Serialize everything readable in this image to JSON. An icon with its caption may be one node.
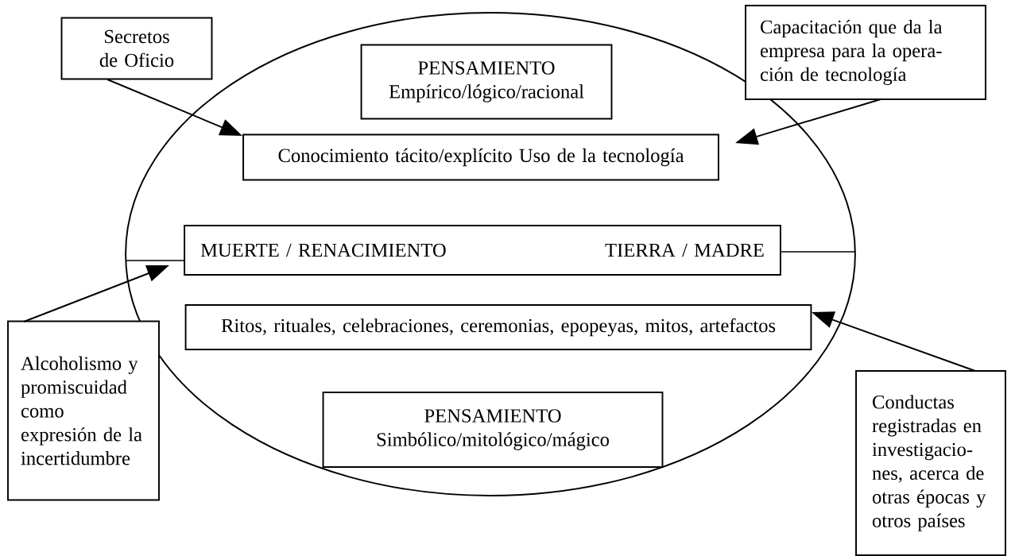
{
  "diagram": {
    "nodes": [
      {
        "text": [
          "Secretos de Oficio"
        ]
      },
      {
        "text": [],
        "shape": "ellipse"
      },
      {
        "text": [
          "PENSAMIENTO",
          "Empírico/lógico/racional"
        ],
        "in": 1
      },
      {
        "text": [
          "Capacitación que da la empresa para la opera-ción de tecnología"
        ]
      },
      {
        "text": [
          "Conocimiento tácito/explícito Uso de la tecnología"
        ],
        "in": 1
      },
      {
        "text": [
          "MUERTE / RENACIMIENTO",
          "TIERRA / MADRE"
        ],
        "in": 1
      },
      {
        "text": [
          "Ritos, rituales, celebraciones, ceremonias, epopeyas, mitos, artefactos"
        ],
        "in": 1
      },
      {
        "text": [
          "Alcoholismo y promiscuidad como expresión de la incertidumbre"
        ]
      },
      {
        "text": [
          "Conductas registradas en investigacio-nes, acerca de otras épocas y otros países"
        ]
      },
      {
        "text": [
          "PENSAMIENTO",
          "Simbólico/mitológico/mágico"
        ],
        "in": 1
      }
    ],
    "edges": [
      {
        "from": 0,
        "to": 4,
        "arrow": "to"
      },
      {
        "from": 3,
        "to": 4,
        "arrow": "to"
      },
      {
        "from": 7,
        "to": 5,
        "arrow": "to"
      },
      {
        "from": 8,
        "to": 6,
        "arrow": "to"
      }
    ]
  }
}
